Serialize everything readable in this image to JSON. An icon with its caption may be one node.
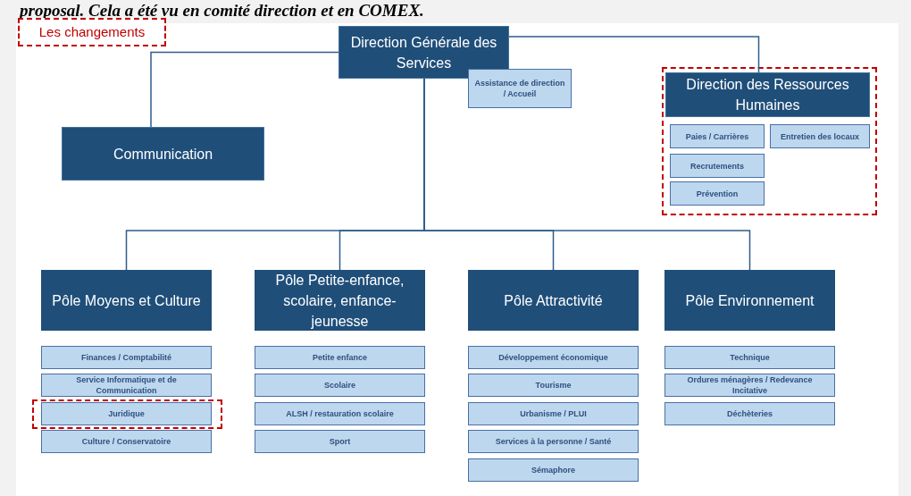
{
  "diagram": {
    "nodes": [
      {
        "text": [
          "Les changements"
        ]
      },
      {
        "text": [
          "Direction Générale des Services"
        ]
      },
      {
        "text": [
          "Assistance de direction / Accueil"
        ]
      },
      {
        "text": [
          "Communication"
        ]
      },
      {
        "text": [
          "Direction des Ressources Humaines"
        ]
      },
      {
        "text": [
          "Paies / Carrières"
        ]
      },
      {
        "text": [
          "Entretien des locaux"
        ]
      },
      {
        "text": [
          "Recrutements"
        ]
      },
      {
        "text": [
          "Prévention"
        ]
      },
      {
        "text": [
          "Pôle Moyens et Culture"
        ]
      },
      {
        "text": [
          "Finances / Comptabilité"
        ]
      },
      {
        "text": [
          "Service Informatique et de Communication"
        ]
      },
      {
        "text": [
          "Juridique"
        ]
      },
      {
        "text": [
          "Culture / Conservatoire"
        ]
      },
      {
        "text": [
          "Pôle Petite-enfance, scolaire, enfance-jeunesse"
        ]
      },
      {
        "text": [
          "Petite enfance"
        ]
      },
      {
        "text": [
          "Scolaire"
        ]
      },
      {
        "text": [
          "ALSH / restauration scolaire"
        ]
      },
      {
        "text": [
          "Sport"
        ]
      },
      {
        "text": [
          "Pôle Attractivité"
        ]
      },
      {
        "text": [
          "Développement économique"
        ]
      },
      {
        "text": [
          "Tourisme"
        ]
      },
      {
        "text": [
          "Urbanisme / PLUI"
        ]
      },
      {
        "text": [
          "Services à la personne / Santé"
        ]
      },
      {
        "text": [
          "Sémaphore"
        ]
      },
      {
        "text": [
          "Pôle Environnement"
        ]
      },
      {
        "text": [
          "Technique"
        ]
      },
      {
        "text": [
          "Ordures ménagères / Redevance Incitative"
        ]
      },
      {
        "text": [
          "Déchèteries"
        ]
      }
    ],
    "edges": [
      {
        "from": 1,
        "to": 3,
        "arrow": "none"
      },
      {
        "from": 1,
        "to": 4,
        "arrow": "none"
      },
      {
        "from": 1,
        "to": 9,
        "arrow": "none"
      },
      {
        "from": 1,
        "to": 14,
        "arrow": "none"
      },
      {
        "from": 1,
        "to": 19,
        "arrow": "none"
      },
      {
        "from": 1,
        "to": 25,
        "arrow": "none"
      }
    ],
    "labels": [
      "proposal. Cela a été vu en comité direction et en COMEX."
    ]
  }
}
